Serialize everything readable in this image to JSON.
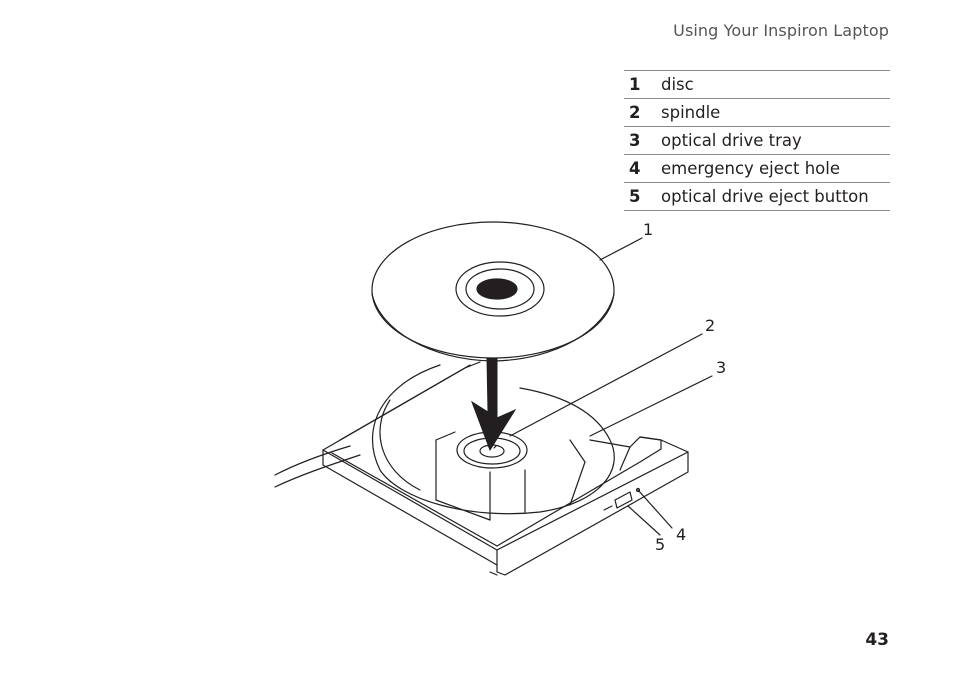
{
  "header": {
    "title": "Using Your Inspiron Laptop"
  },
  "legend": [
    {
      "num": "1",
      "label": "disc"
    },
    {
      "num": "2",
      "label": "spindle"
    },
    {
      "num": "3",
      "label": "optical drive tray"
    },
    {
      "num": "4",
      "label": "emergency eject hole"
    },
    {
      "num": "5",
      "label": "optical drive eject button"
    }
  ],
  "callouts": {
    "c1": "1",
    "c2": "2",
    "c3": "3",
    "c4": "4",
    "c5": "5"
  },
  "page": {
    "number": "43"
  }
}
